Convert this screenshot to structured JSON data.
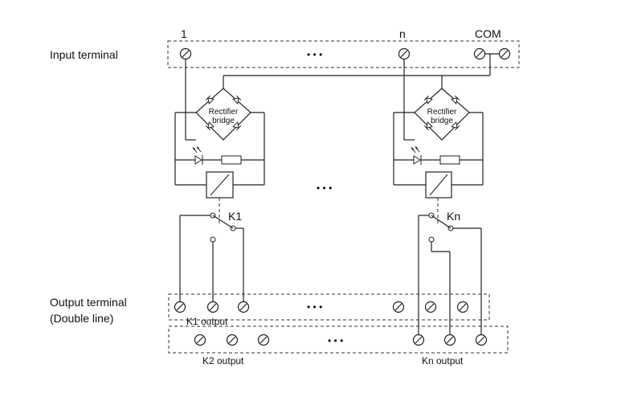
{
  "labels": {
    "input_terminal": "Input terminal",
    "output_terminal_line1": "Output terminal",
    "output_terminal_line2": "(Double line)",
    "input_1": "1",
    "input_n": "n",
    "input_com": "COM",
    "relay_k1": "K1",
    "relay_kn": "Kn",
    "bridge_line1": "Rectifier",
    "bridge_line2": "bridge",
    "k1_output": "K1 output",
    "k2_output": "K2 output",
    "kn_output": "Kn output",
    "ellipsis": "• • •"
  }
}
